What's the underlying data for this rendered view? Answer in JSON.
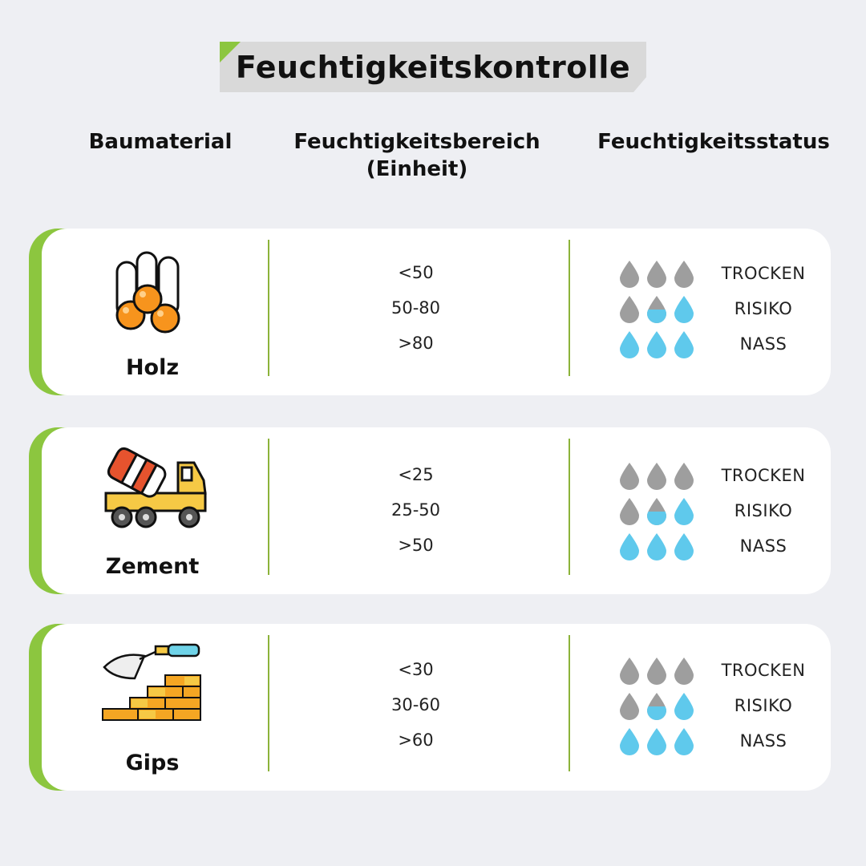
{
  "title": "Feuchtigkeitskontrolle",
  "headers": {
    "material": "Baumaterial",
    "range_line1": "Feuchtigkeitsbereich",
    "range_line2": "(Einheit)",
    "status": "Feuchtigkeitsstatus"
  },
  "colors": {
    "accent": "#8cc63f",
    "drop_gray": "#9e9e9e",
    "drop_blue": "#5fc9ec"
  },
  "status_labels": [
    "TROCKEN",
    "RISIKO",
    "NASS"
  ],
  "materials": [
    {
      "name": "Holz",
      "icon": "wood-logs-icon",
      "ranges": [
        "<50",
        "50-80",
        ">80"
      ]
    },
    {
      "name": "Zement",
      "icon": "cement-mixer-truck-icon",
      "ranges": [
        "<25",
        "25-50",
        ">50"
      ]
    },
    {
      "name": "Gips",
      "icon": "trowel-bricks-icon",
      "ranges": [
        "<30",
        "30-60",
        ">60"
      ]
    }
  ]
}
